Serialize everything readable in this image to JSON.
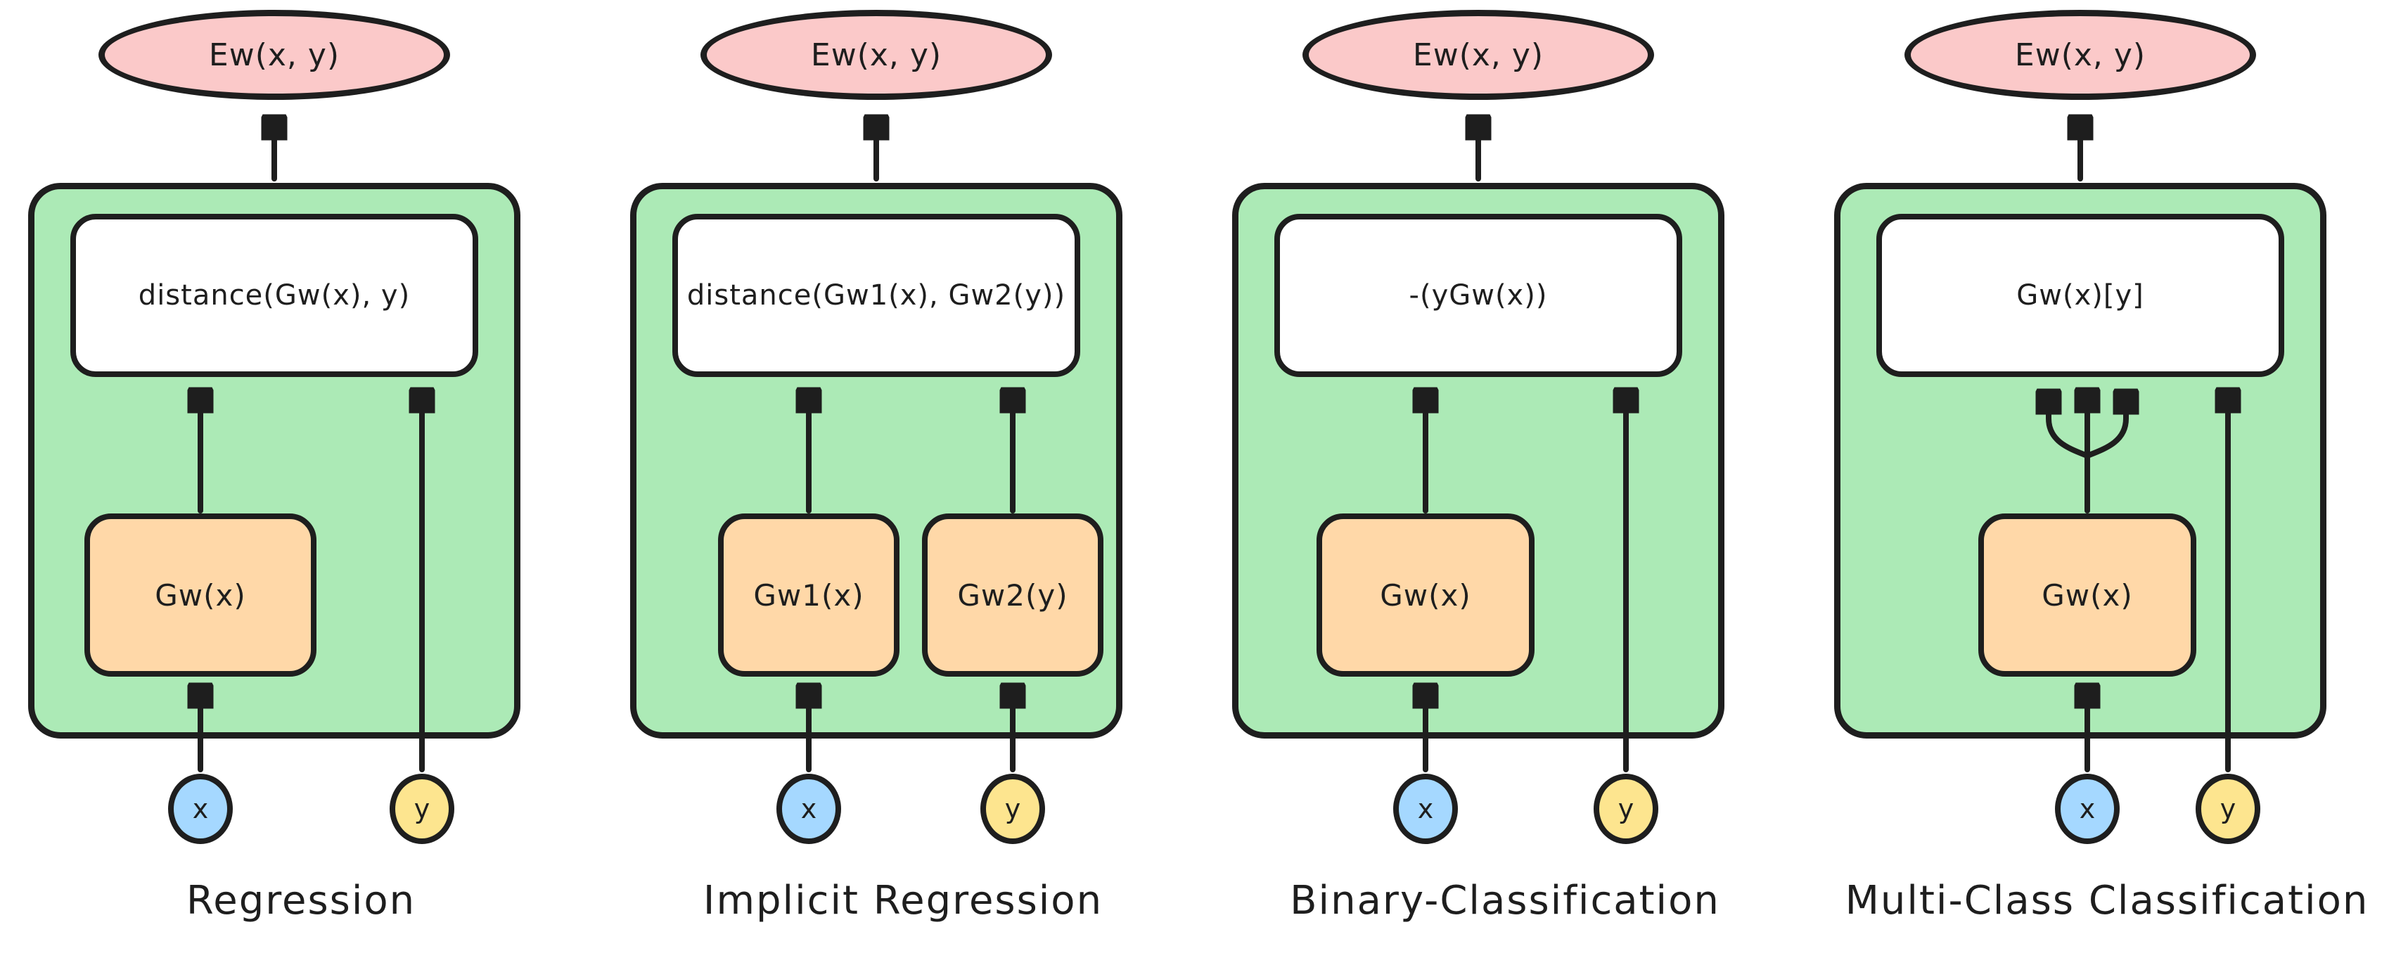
{
  "palette": {
    "stroke": "#1e1e1e",
    "container_green": "#aceab6",
    "module_orange": "#ffd8a8",
    "energy_pink": "#fbc9c9",
    "input_x_blue": "#a5d8ff",
    "input_y_yellow": "#fde58f",
    "formula_bg": "#ffffff"
  },
  "panels": [
    {
      "caption": "Regression",
      "energy": "Ew(x, y)",
      "formula": "distance(Gw(x), y)",
      "modules": [
        "Gw(x)"
      ],
      "inputs": [
        "x",
        "y"
      ]
    },
    {
      "caption": "Implicit Regression",
      "energy": "Ew(x, y)",
      "formula": "distance(Gw1(x), Gw2(y))",
      "modules": [
        "Gw1(x)",
        "Gw2(y)"
      ],
      "inputs": [
        "x",
        "y"
      ]
    },
    {
      "caption": "Binary-Classification",
      "energy": "Ew(x, y)",
      "formula": "-(yGw(x))",
      "modules": [
        "Gw(x)"
      ],
      "inputs": [
        "x",
        "y"
      ]
    },
    {
      "caption": "Multi-Class Classification",
      "energy": "Ew(x, y)",
      "formula": "Gw(x)[y]",
      "modules": [
        "Gw(x)"
      ],
      "inputs": [
        "x",
        "y"
      ]
    }
  ]
}
